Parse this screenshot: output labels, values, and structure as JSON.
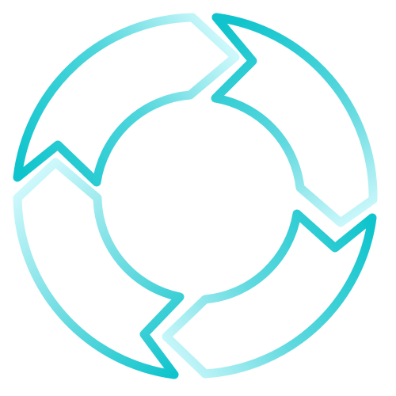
{
  "icon": {
    "name": "circular-refresh-arrows-icon",
    "segments": [
      "top-left-arrow",
      "top-right-arrow",
      "bottom-right-arrow",
      "bottom-left-arrow"
    ]
  },
  "colors": {
    "background": "#ffffff",
    "stroke_dark": "#0fc4cc",
    "stroke_mid": "#5fd9df",
    "stroke_light": "#cdf8fb"
  }
}
